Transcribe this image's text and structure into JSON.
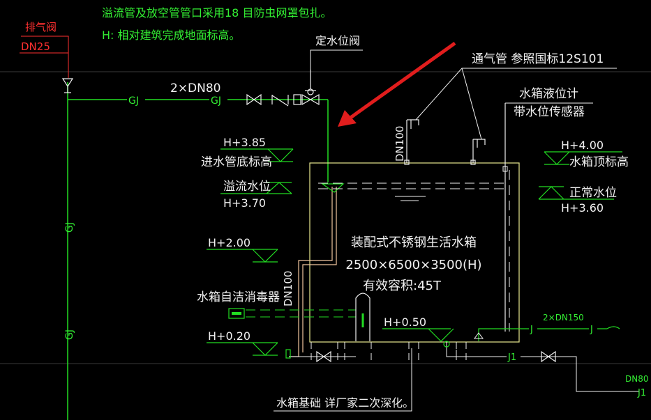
{
  "colors": {
    "background": "#000000",
    "pipe_green": "#22dd22",
    "text_white": "#f0f0f0",
    "text_green": "#33ee33",
    "text_red": "#ff3030",
    "tank_yellow": "#e8e890",
    "annotation_red": "#e11d1d",
    "dashed_blue": "#2a3f8f",
    "overflow_pipe": "#f4c7a0"
  },
  "notes": {
    "line1": "溢流管及放空管管口采用18 目防虫网罩包扎。",
    "line2": "H: 相对建筑完成地面标高。"
  },
  "exhaust_valve": {
    "label": "排气阀",
    "size": "DN25"
  },
  "pipes": {
    "gj": "GJ",
    "inlet_size": "2×DN80",
    "overflow_size": "DN100",
    "drain_size": "DN100",
    "outlet_size": "2×DN150",
    "outlet_code": "J",
    "j1_size": "DN80",
    "j1_code": "J1"
  },
  "labels": {
    "float_valve": "定水位阀",
    "vent_pipe": "通气管 参照国标12S101",
    "level_gauge_1": "水箱液位计",
    "level_gauge_2": "带水位传感器",
    "inlet_bottom_label": "进水管底标高",
    "overflow_level_label": "溢流水位",
    "tank_top_label": "水箱顶标高",
    "normal_level_label": "正常水位",
    "sterilizer": "水箱自洁消毒器",
    "foundation": "水箱基础 详厂家二次深化。"
  },
  "elevations": {
    "inlet_bottom": "H+3.85",
    "overflow_level": "H+3.70",
    "tank_top": "H+4.00",
    "normal_level": "H+3.60",
    "mid": "H+2.00",
    "low": "H+0.20",
    "tank_bottom": "H+0.50"
  },
  "tank": {
    "name": "装配式不锈钢生活水箱",
    "dims": "2500×6500×3500(H)",
    "capacity": "有效容积:45T"
  }
}
